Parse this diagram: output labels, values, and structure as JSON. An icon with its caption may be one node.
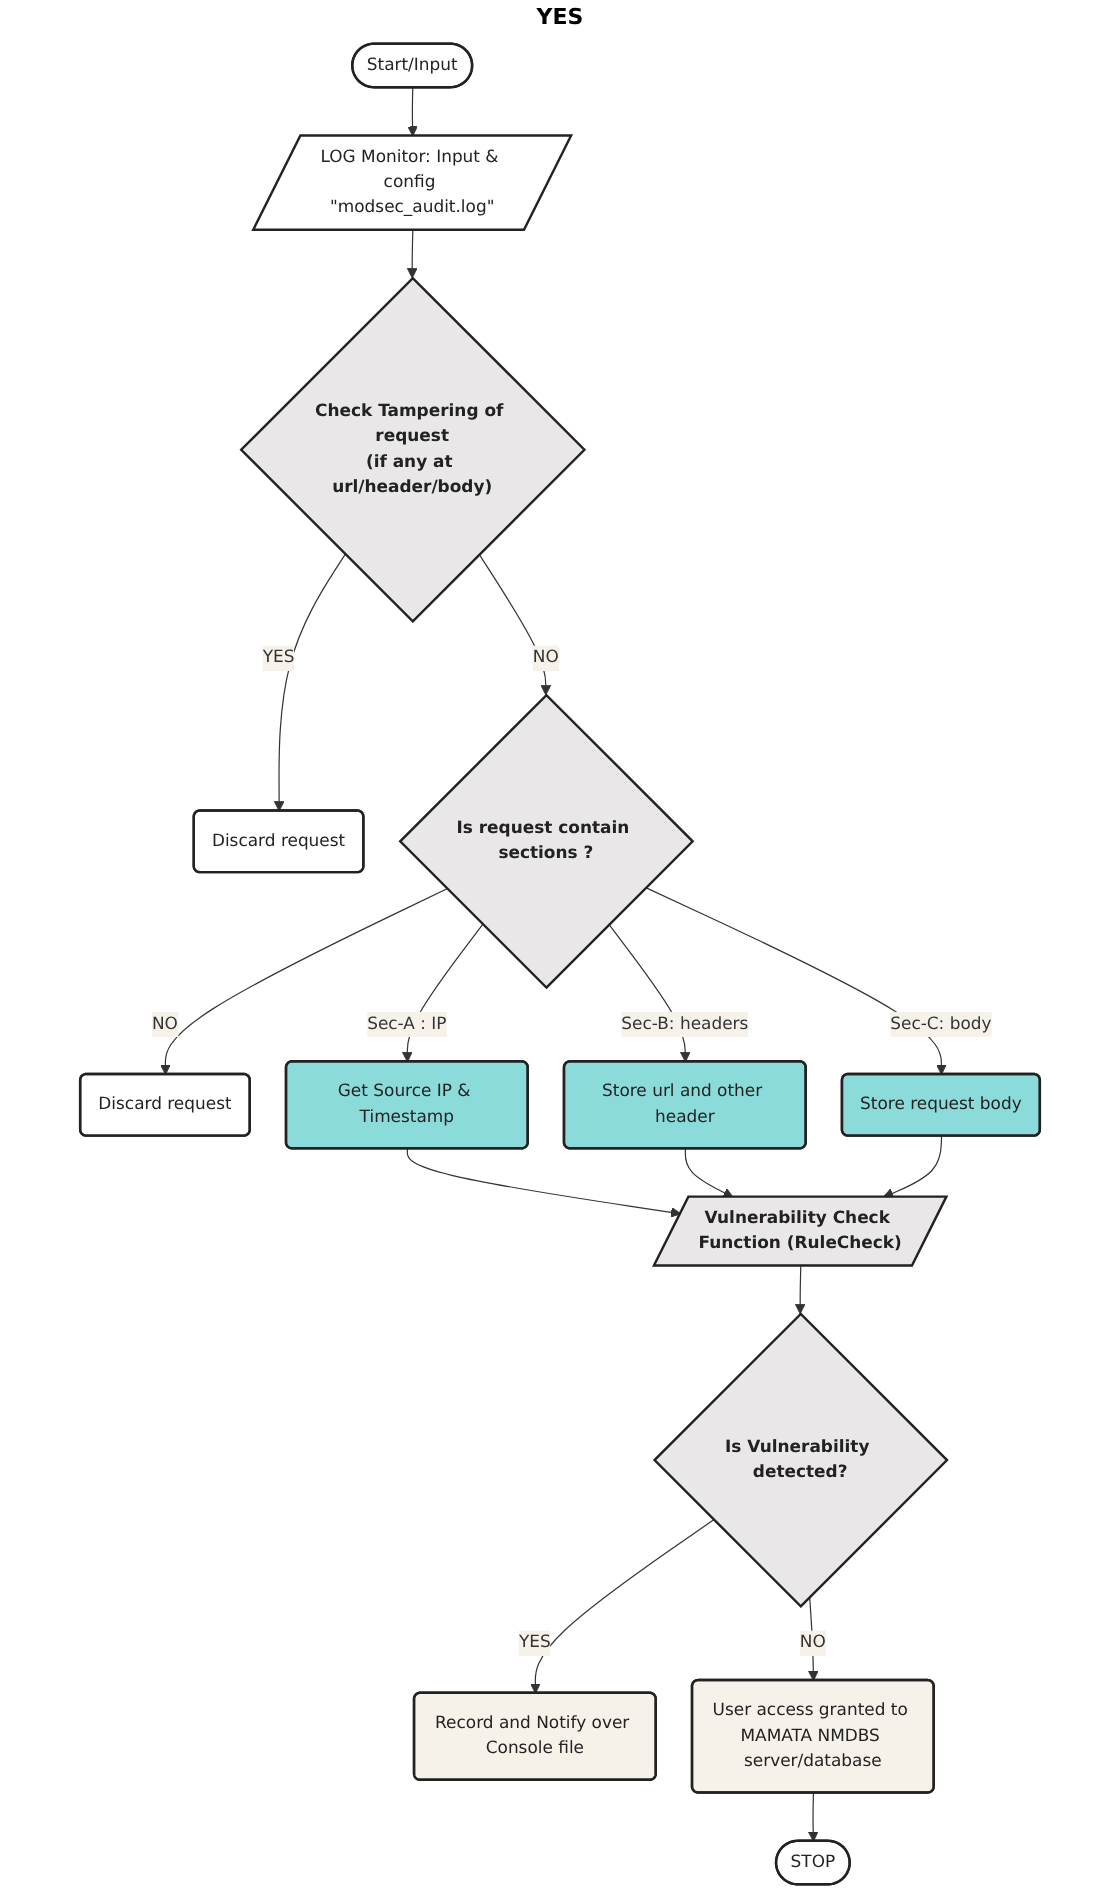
{
  "diagram": {
    "nodes": [
      {
        "text": [
          "Start/Input"
        ]
      },
      {
        "text": [
          "LOG Monitor: Input & config \"modsec_audit.log\""
        ]
      },
      {
        "text": [
          "Check Tampering of request",
          "(if any at url/header/body)"
        ]
      },
      {
        "text": [
          "Discard request"
        ]
      },
      {
        "text": [
          "Is request contain sections ?"
        ]
      },
      {
        "text": [
          "Discard request"
        ]
      },
      {
        "text": [
          "Get Source IP & Timestamp"
        ]
      },
      {
        "text": [
          "Store url and other header"
        ]
      },
      {
        "text": [
          "Store request body"
        ]
      },
      {
        "text": [
          "Vulnerability Check Function (RuleCheck)"
        ]
      },
      {
        "text": [
          "Is Vulnerability detected?"
        ]
      },
      {
        "text": [
          "Record and Notify over Console file"
        ]
      },
      {
        "text": [
          "User access granted to MAMATA NMDBS server/database"
        ]
      },
      {
        "text": [
          "STOP"
        ]
      }
    ],
    "edges": [
      {
        "from": 0,
        "to": 1,
        "arrow": "to"
      },
      {
        "from": 1,
        "to": 2,
        "arrow": "to"
      },
      {
        "from": 2,
        "to": 3,
        "arrow": "to",
        "label": "YES"
      },
      {
        "from": 2,
        "to": 4,
        "arrow": "to",
        "label": "NO"
      },
      {
        "from": 4,
        "to": 5,
        "arrow": "to",
        "label": "NO"
      },
      {
        "from": 4,
        "to": 6,
        "arrow": "to",
        "label": "Sec-A : IP"
      },
      {
        "from": 4,
        "to": 7,
        "arrow": "to",
        "label": "Sec-B: headers"
      },
      {
        "from": 4,
        "to": 8,
        "arrow": "to",
        "label": "Sec-C:  body"
      },
      {
        "from": 6,
        "to": 9,
        "arrow": "to"
      },
      {
        "from": 7,
        "to": 9,
        "arrow": "to"
      },
      {
        "from": 8,
        "to": 9,
        "arrow": "to"
      },
      {
        "from": 9,
        "to": 10,
        "arrow": "to"
      },
      {
        "from": 10,
        "to": 11,
        "arrow": "to",
        "label": "YES"
      },
      {
        "from": 10,
        "to": 12,
        "arrow": "to",
        "label": "NO"
      },
      {
        "from": 12,
        "to": 13,
        "arrow": "to"
      }
    ],
    "labels": [
      "YES"
    ]
  }
}
